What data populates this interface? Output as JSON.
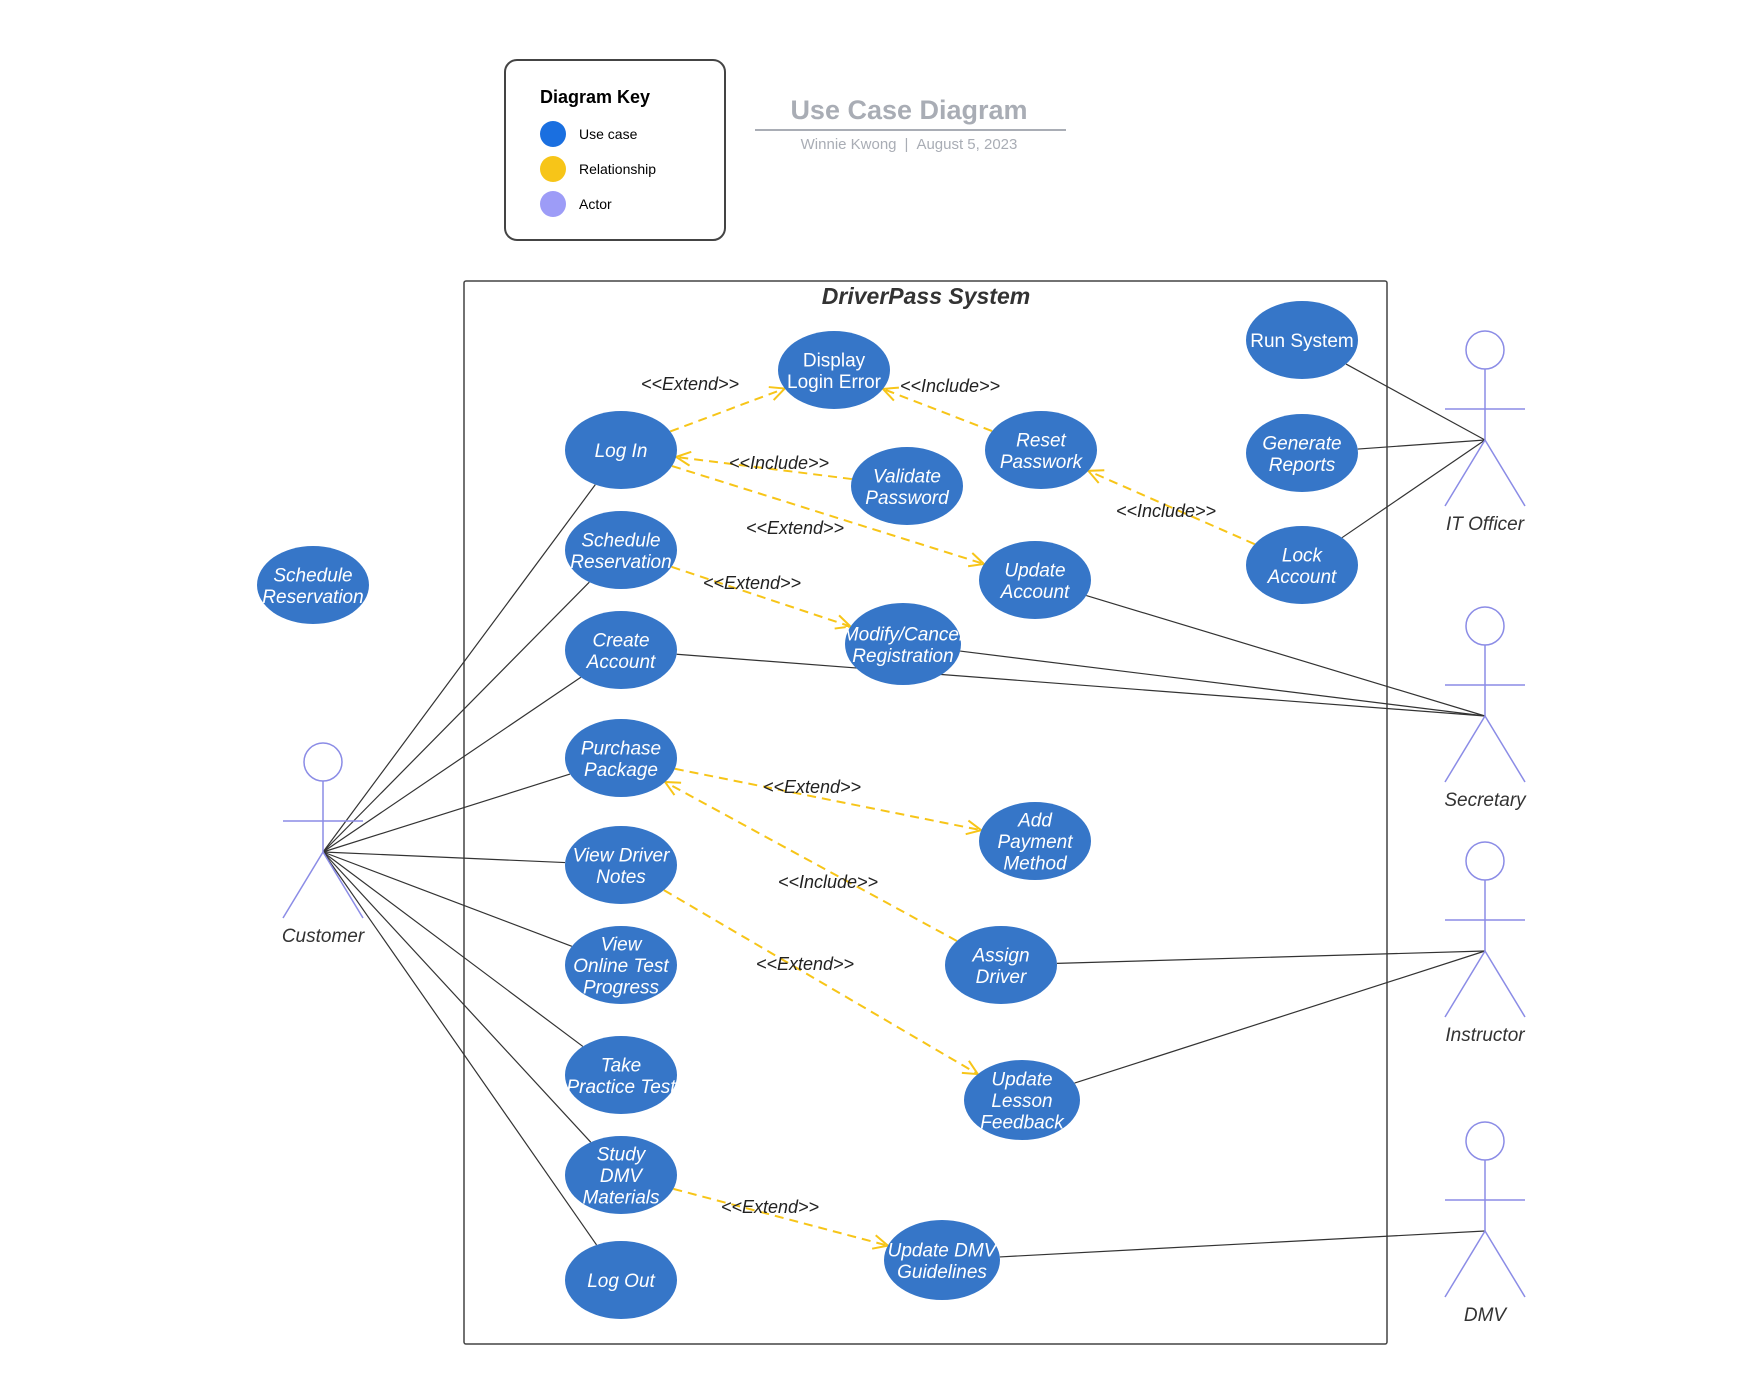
{
  "title": "Use Case Diagram",
  "subtitle": {
    "author": "Winnie Kwong",
    "separator": "|",
    "date": "August 5, 2023"
  },
  "key": {
    "title": "Diagram Key",
    "items": [
      {
        "id": "use-case",
        "label": "Use case",
        "color": "#1a6fe0"
      },
      {
        "id": "relationship",
        "label": "Relationship",
        "color": "#f7c518"
      },
      {
        "id": "actor",
        "label": "Actor",
        "color": "#9d9cf7"
      }
    ]
  },
  "colors": {
    "use_case_fill": "#3676c8",
    "relationship_line": "#f7c518",
    "actor_stroke": "#8b8ce6",
    "association_line": "#333333",
    "system_border": "#444444"
  },
  "system": {
    "title": "DriverPass System"
  },
  "actors": [
    {
      "id": "customer",
      "label": "Customer"
    },
    {
      "id": "it-officer",
      "label": "IT Officer"
    },
    {
      "id": "secretary",
      "label": "Secretary"
    },
    {
      "id": "instructor",
      "label": "Instructor"
    },
    {
      "id": "dmv",
      "label": "DMV"
    }
  ],
  "use_cases": [
    {
      "id": "schedule-reservation-outside",
      "lines": [
        "Schedule",
        "Reservation"
      ]
    },
    {
      "id": "display-login-error",
      "lines": [
        "Display",
        "Login Error"
      ]
    },
    {
      "id": "run-system",
      "lines": [
        "Run System"
      ]
    },
    {
      "id": "log-in",
      "lines": [
        "Log In"
      ]
    },
    {
      "id": "validate-password",
      "lines": [
        "Validate",
        "Password"
      ]
    },
    {
      "id": "reset-password",
      "lines": [
        "Reset",
        "Passwork"
      ]
    },
    {
      "id": "generate-reports",
      "lines": [
        "Generate",
        "Reports"
      ]
    },
    {
      "id": "schedule-reservation",
      "lines": [
        "Schedule",
        "Reservation"
      ]
    },
    {
      "id": "update-account",
      "lines": [
        "Update",
        "Account"
      ]
    },
    {
      "id": "lock-account",
      "lines": [
        "Lock",
        "Account"
      ]
    },
    {
      "id": "create-account",
      "lines": [
        "Create",
        "Account"
      ]
    },
    {
      "id": "modify-cancel-registration",
      "lines": [
        "Modify/Cancel",
        "Registration"
      ]
    },
    {
      "id": "purchase-package",
      "lines": [
        "Purchase",
        "Package"
      ]
    },
    {
      "id": "add-payment-method",
      "lines": [
        "Add",
        "Payment",
        "Method"
      ]
    },
    {
      "id": "view-driver-notes",
      "lines": [
        "View Driver",
        "Notes"
      ]
    },
    {
      "id": "assign-driver",
      "lines": [
        "Assign",
        "Driver"
      ]
    },
    {
      "id": "view-online-test-progress",
      "lines": [
        "View",
        "Online Test",
        "Progress"
      ]
    },
    {
      "id": "take-practice-test",
      "lines": [
        "Take",
        "Practice Test"
      ]
    },
    {
      "id": "update-lesson-feedback",
      "lines": [
        "Update",
        "Lesson",
        "Feedback"
      ]
    },
    {
      "id": "study-dmv-materials",
      "lines": [
        "Study",
        "DMV",
        "Materials"
      ]
    },
    {
      "id": "update-dmv-guidelines",
      "lines": [
        "Update DMV",
        "Guidelines"
      ]
    },
    {
      "id": "log-out",
      "lines": [
        "Log Out"
      ]
    }
  ],
  "associations": [
    {
      "actor": "customer",
      "use_case": "log-in"
    },
    {
      "actor": "customer",
      "use_case": "schedule-reservation"
    },
    {
      "actor": "customer",
      "use_case": "create-account"
    },
    {
      "actor": "customer",
      "use_case": "purchase-package"
    },
    {
      "actor": "customer",
      "use_case": "view-driver-notes"
    },
    {
      "actor": "customer",
      "use_case": "view-online-test-progress"
    },
    {
      "actor": "customer",
      "use_case": "take-practice-test"
    },
    {
      "actor": "customer",
      "use_case": "study-dmv-materials"
    },
    {
      "actor": "customer",
      "use_case": "log-out"
    },
    {
      "actor": "it-officer",
      "use_case": "run-system"
    },
    {
      "actor": "it-officer",
      "use_case": "generate-reports"
    },
    {
      "actor": "it-officer",
      "use_case": "lock-account"
    },
    {
      "actor": "secretary",
      "use_case": "update-account"
    },
    {
      "actor": "secretary",
      "use_case": "modify-cancel-registration"
    },
    {
      "actor": "secretary",
      "use_case": "create-account"
    },
    {
      "actor": "instructor",
      "use_case": "assign-driver"
    },
    {
      "actor": "instructor",
      "use_case": "update-lesson-feedback"
    },
    {
      "actor": "dmv",
      "use_case": "update-dmv-guidelines"
    }
  ],
  "relationships": [
    {
      "id": "login-extend-display-error",
      "label": "<<Extend>>",
      "from": "log-in",
      "to": "display-login-error"
    },
    {
      "id": "reset-include-display-error",
      "label": "<<Include>>",
      "from": "reset-password",
      "to": "display-login-error"
    },
    {
      "id": "validate-include-login",
      "label": "<<Include>>",
      "from": "validate-password",
      "to": "log-in"
    },
    {
      "id": "login-extend-update-account",
      "label": "<<Extend>>",
      "from": "log-in",
      "to": "update-account"
    },
    {
      "id": "lock-include-reset",
      "label": "<<Include>>",
      "from": "lock-account",
      "to": "reset-password"
    },
    {
      "id": "schedule-extend-modify",
      "label": "<<Extend>>",
      "from": "schedule-reservation",
      "to": "modify-cancel-registration"
    },
    {
      "id": "purchase-extend-payment",
      "label": "<<Extend>>",
      "from": "purchase-package",
      "to": "add-payment-method"
    },
    {
      "id": "assign-include-purchase",
      "label": "<<Include>>",
      "from": "assign-driver",
      "to": "purchase-package"
    },
    {
      "id": "notes-extend-feedback",
      "label": "<<Extend>>",
      "from": "view-driver-notes",
      "to": "update-lesson-feedback"
    },
    {
      "id": "study-extend-guidelines",
      "label": "<<Extend>>",
      "from": "study-dmv-materials",
      "to": "update-dmv-guidelines"
    }
  ]
}
